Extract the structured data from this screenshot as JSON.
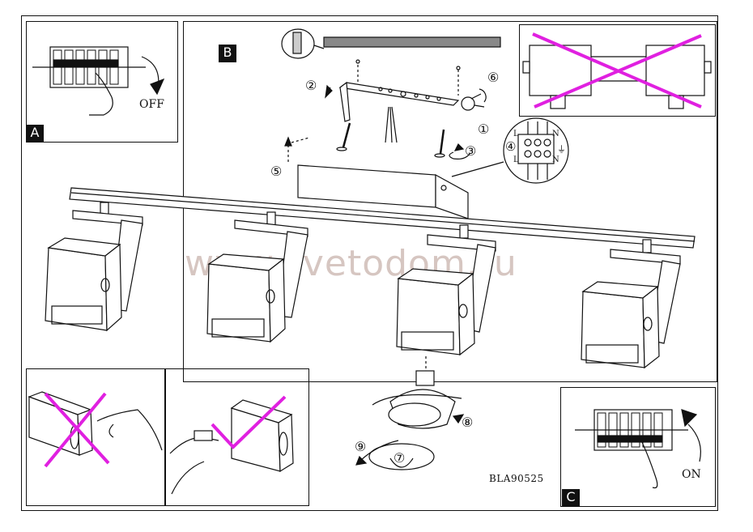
{
  "panels": {
    "a": {
      "tag": "A",
      "caption": "OFF"
    },
    "b": {
      "tag": "B"
    },
    "c": {
      "tag": "C",
      "caption": "ON"
    }
  },
  "steps": [
    "①",
    "②",
    "③",
    "④",
    "⑤",
    "⑥",
    "⑦",
    "⑧",
    "⑨"
  ],
  "terminal_labels": {
    "left_top": "L",
    "left_bottom": "L",
    "right_top": "N",
    "right_bottom": "N",
    "ground": "⏚"
  },
  "watermark": "www.svetodom.ru",
  "model_code": "BLA90525",
  "colors": {
    "cross": "#e020e0",
    "check": "#e020e0",
    "line": "#111111"
  }
}
